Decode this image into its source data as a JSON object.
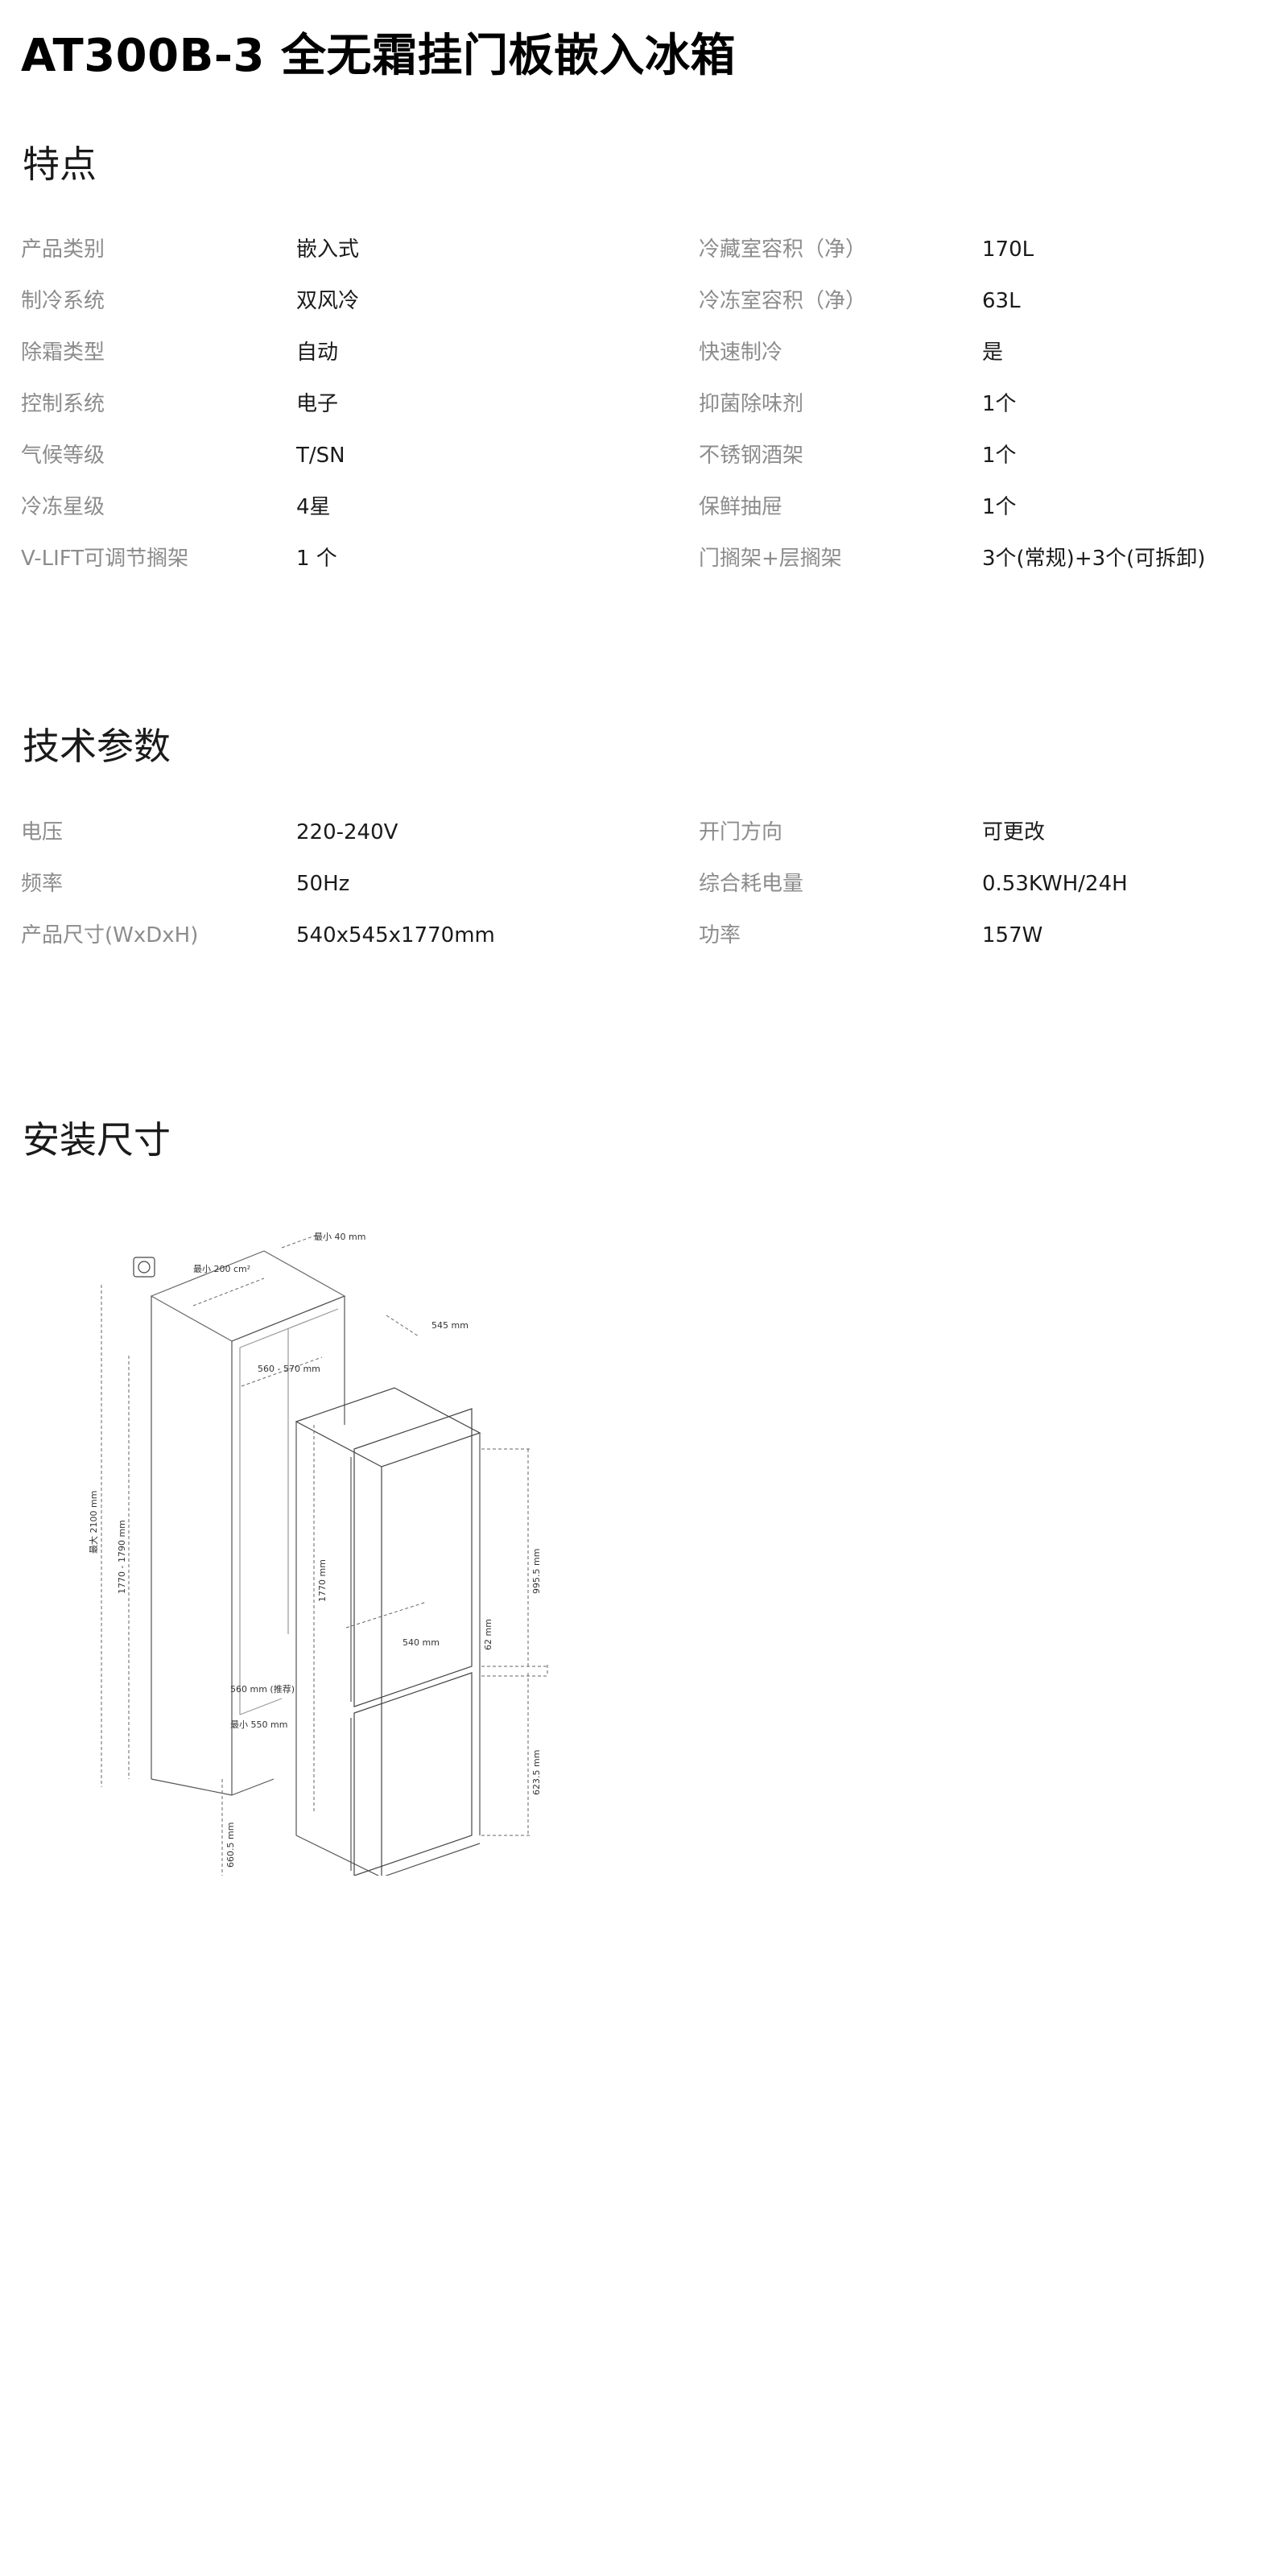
{
  "title": "AT300B-3 全无霜挂门板嵌入冰箱",
  "features": {
    "heading": "特点",
    "rows": [
      {
        "l1": "产品类别",
        "v1": "嵌入式",
        "l2": "冷藏室容积（净）",
        "v2": "170L"
      },
      {
        "l1": "制冷系统",
        "v1": "双风冷",
        "l2": "冷冻室容积（净）",
        "v2": "63L"
      },
      {
        "l1": "除霜类型",
        "v1": "自动",
        "l2": "快速制冷",
        "v2": "是"
      },
      {
        "l1": "控制系统",
        "v1": "电子",
        "l2": "抑菌除味剂",
        "v2": "1个"
      },
      {
        "l1": "气候等级",
        "v1": "T/SN",
        "l2": "不锈钢酒架",
        "v2": "1个"
      },
      {
        "l1": "冷冻星级",
        "v1": "4星",
        "l2": "保鲜抽屉",
        "v2": "1个"
      },
      {
        "l1": "V-LIFT可调节搁架",
        "v1": "1 个",
        "l2": "门搁架+层搁架",
        "v2": "3个(常规)+3个(可拆卸)"
      }
    ]
  },
  "technical": {
    "heading": "技术参数",
    "rows": [
      {
        "l1": "电压",
        "v1": "220-240V",
        "l2": "开门方向",
        "v2": "可更改"
      },
      {
        "l1": "频率",
        "v1": "50Hz",
        "l2": "综合耗电量",
        "v2": "0.53KWH/24H"
      },
      {
        "l1": "产品尺寸(WxDxH)",
        "v1": "540x545x1770mm",
        "l2": "功率",
        "v2": "157W"
      }
    ]
  },
  "installation": {
    "heading": "安装尺寸",
    "dimensions": {
      "min_vent_top": "最小 200 cm²",
      "min_gap_top": "最小 40 mm",
      "niche_width": "560 - 570 mm",
      "max_height": "最大 2100 mm",
      "niche_height": "1770 - 1790 mm",
      "depth_min": "560 mm (推荐)",
      "depth_min2": "最小 550 mm",
      "appliance_depth": "545 mm",
      "appliance_height": "1770 mm",
      "appliance_width": "540 mm",
      "upper_door": "995.5 mm",
      "gap": "62 mm",
      "lower_door": "623.5 mm",
      "bottom_offset": "660.5 mm"
    }
  }
}
